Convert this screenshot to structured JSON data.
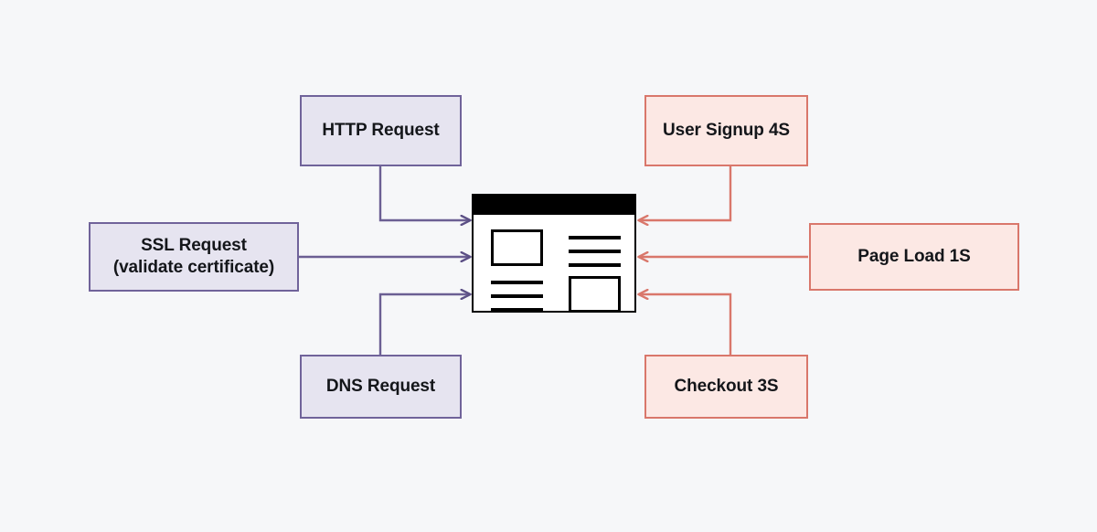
{
  "diagram": {
    "title_text": "",
    "background_color": "#f6f7f9",
    "palette": {
      "request_fill": "#e6e4f0",
      "request_border": "#70639a",
      "event_fill": "#fce8e4",
      "event_border": "#d9776b",
      "mockup_stroke": "#000000",
      "text_color": "#14161a"
    },
    "center": {
      "name": "browser-window-mockup",
      "icon": "browser-window-icon",
      "label": ""
    },
    "left_nodes": [
      {
        "id": "http-request",
        "label": "HTTP Request",
        "style": "purple"
      },
      {
        "id": "ssl-request",
        "label_line1": "SSL Request",
        "label_line2": "(validate certificate)",
        "style": "purple"
      },
      {
        "id": "dns-request",
        "label": "DNS Request",
        "style": "purple"
      }
    ],
    "right_nodes": [
      {
        "id": "user-signup",
        "label": "User Signup 4S",
        "style": "pink"
      },
      {
        "id": "page-load",
        "label": "Page Load 1S",
        "style": "pink"
      },
      {
        "id": "checkout",
        "label": "Checkout 3S",
        "style": "pink"
      }
    ],
    "connectors": [
      {
        "from": "http-request",
        "to": "browser-window-mockup",
        "color": "#70639a",
        "direction": "right"
      },
      {
        "from": "ssl-request",
        "to": "browser-window-mockup",
        "color": "#70639a",
        "direction": "right"
      },
      {
        "from": "dns-request",
        "to": "browser-window-mockup",
        "color": "#70639a",
        "direction": "right"
      },
      {
        "from": "user-signup",
        "to": "browser-window-mockup",
        "color": "#d9776b",
        "direction": "left"
      },
      {
        "from": "page-load",
        "to": "browser-window-mockup",
        "color": "#d9776b",
        "direction": "left"
      },
      {
        "from": "checkout",
        "to": "browser-window-mockup",
        "color": "#d9776b",
        "direction": "left"
      }
    ]
  }
}
